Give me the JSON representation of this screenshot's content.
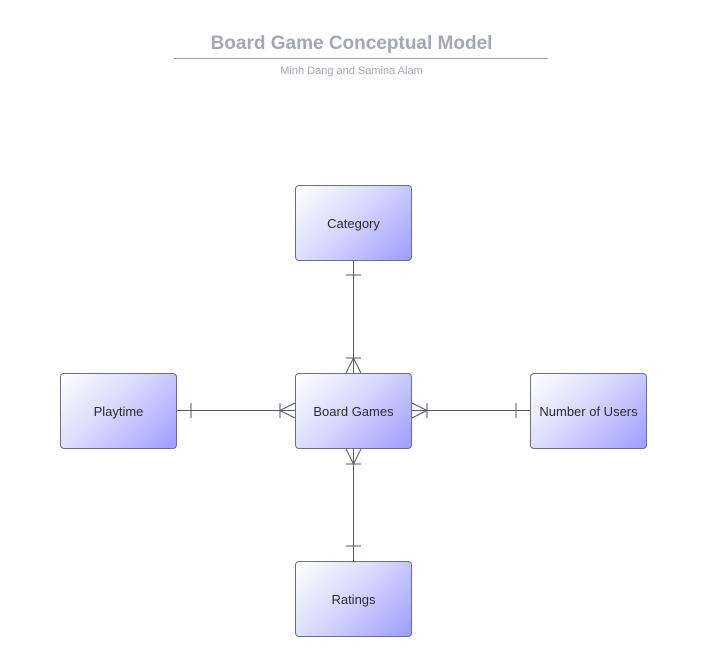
{
  "title": "Board Game Conceptual Model",
  "subtitle": "Minh Dang and Samina Alam",
  "entities": {
    "category": "Category",
    "playtime": "Playtime",
    "board_games": "Board Games",
    "number_of_users": "Number of Users",
    "ratings": "Ratings"
  },
  "relationships": [
    {
      "from": "Category",
      "from_end": "one",
      "to": "Board Games",
      "to_end": "many"
    },
    {
      "from": "Playtime",
      "from_end": "one",
      "to": "Board Games",
      "to_end": "many"
    },
    {
      "from": "Number of Users",
      "from_end": "one",
      "to": "Board Games",
      "to_end": "many"
    },
    {
      "from": "Ratings",
      "from_end": "one",
      "to": "Board Games",
      "to_end": "many"
    }
  ]
}
